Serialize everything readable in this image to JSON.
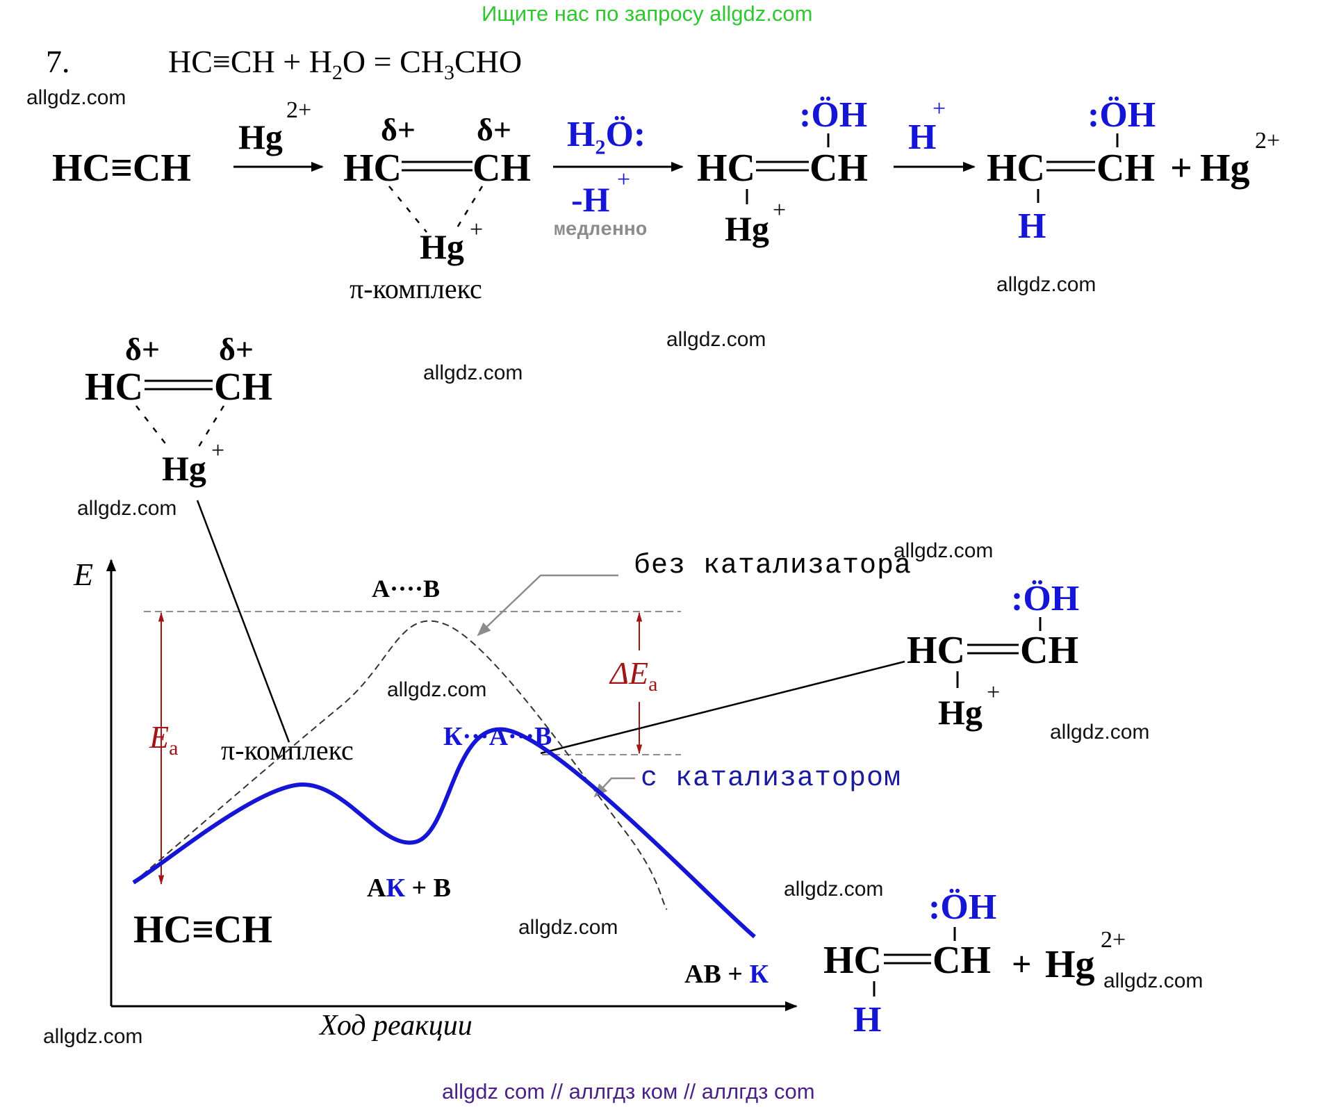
{
  "header": {
    "search_note": "Ищите нас по запросу allgdz.com",
    "task_number": "7.",
    "equation": "HC≡CH + H2O = CH3CHO"
  },
  "watermark": "allgdz.com",
  "footer": "allgdz com  //  аллгдз ком  //  аллгдз com",
  "colors": {
    "green": "#2ec82e",
    "blue": "#1515d6",
    "dark_red": "#a01515",
    "purple": "#4b1f88",
    "gray": "#8c8c8c"
  },
  "scheme": {
    "reactant": "HC≡CH",
    "catalyst": "Hg",
    "charge_2plus": "2+",
    "charge_plus": "+",
    "delta_plus": "δ+",
    "hc": "HC",
    "ch": "CH",
    "hg": "Hg",
    "h": "H",
    "oh": ":ÖH",
    "water_reagent": "H2Ö:",
    "minus_h": "-H",
    "proton": "H",
    "slowly": "медленно",
    "pi_complex": "π-комплекс",
    "plus": "+"
  },
  "chart_data": {
    "type": "line",
    "xlabel": "Ход реакции",
    "ylabel": "E",
    "series": [
      {
        "name": "без катализатора",
        "style": "dashed",
        "points": [
          [
            0,
            0
          ],
          [
            0.33,
            0.65
          ],
          [
            0.5,
            0.95
          ],
          [
            0.78,
            0.2
          ],
          [
            0.85,
            -0.1
          ]
        ]
      },
      {
        "name": "с катализатором",
        "style": "solid",
        "points": [
          [
            0,
            0
          ],
          [
            0.26,
            0.36
          ],
          [
            0.45,
            0.15
          ],
          [
            0.6,
            0.56
          ],
          [
            0.99,
            -0.2
          ]
        ]
      }
    ],
    "annotations": {
      "transition_uncatalyzed": "A····B",
      "transition_catalyzed": "К···A···B",
      "intermediate_a": "A",
      "intermediate_k": "К",
      "intermediate_b": "+ B",
      "product_ab": "AB +",
      "product_k": "К",
      "activation_energy": "E",
      "activation_sub": "a",
      "activation_delta": "ΔE",
      "reactant": "HC≡CH",
      "pi_complex": "π-комплекс"
    }
  }
}
